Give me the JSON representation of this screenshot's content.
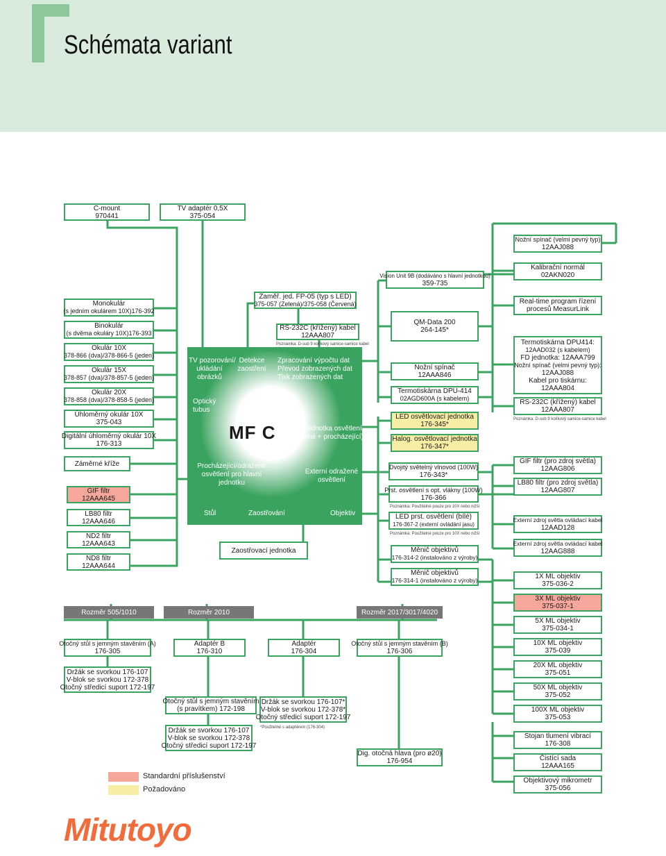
{
  "title": "Schémata variant",
  "left_top": {
    "cmount": {
      "l1": "C-mount",
      "l2": "970441"
    },
    "tvadapter": {
      "l1": "TV adaptér 0,5X",
      "l2": "375-054"
    }
  },
  "left_list": [
    {
      "l1": "Monokulár",
      "l2": "(s jedním okulárem 10X)176-392"
    },
    {
      "l1": "Binokulár",
      "l2": "(s dvěma okuláry 10X)176-393"
    },
    {
      "l1": "Okulár 10X",
      "l2": "378-866 (dva)/378-866-5 (jeden)"
    },
    {
      "l1": "Okulár 15X",
      "l2": "378-857 (dva)/378-857-5 (jeden)"
    },
    {
      "l1": "Okulár 20X",
      "l2": "378-858 (dva)/378-858-5 (jeden)"
    },
    {
      "l1": "Úhloměrný okulár 10X",
      "l2": "375-043"
    },
    {
      "l1": "Digitální úhloměrný okulár 10X",
      "l2": "176-313"
    }
  ],
  "left_filters": {
    "reticle": "Záměrné kříže",
    "gif": {
      "l1": "GIF filtr",
      "l2": "12AAA645"
    },
    "lb80": {
      "l1": "LB80 filtr",
      "l2": "12AAA646"
    },
    "nd2": {
      "l1": "ND2 filtr",
      "l2": "12AAA643"
    },
    "nd8": {
      "l1": "ND8 filtr",
      "l2": "12AAA644"
    }
  },
  "center": {
    "tv": "TV pozorování/\nukládání\nobrázků",
    "detect": "Detekce\nzaostření",
    "optical": "Optický\ntubus",
    "processing": "Zpracování výpočtu dat\nPřevod zobrazených dat\nTisk zobrazených dat",
    "main_light": "Hlavní jednotka osvětlení\n(odražené + procházející)",
    "model": "MF C",
    "transmitted": "Procházející/odražené\nosvětlení pro hlavní\njednotku",
    "external": "Externí odražené\nosvětlení",
    "stage": "Stůl",
    "focus": "Zaostřování",
    "objective": "Objektiv"
  },
  "center_top": {
    "fp05": {
      "l1": "Zaměř. jed. FP-05 (typ s LED)",
      "l2": "375-057 (Zelená)/375-058 (Červená)"
    },
    "rs232": {
      "l1": "RS-232C (křížený) kabel",
      "l2": "12AAA807",
      "note": "Poznámka: D-sub 9 kolíkový samice-samice kabel"
    }
  },
  "focus_unit": "Zaostřovací jednotka",
  "mid_col": {
    "vision": {
      "l1": "Vision Unit 9B (dodáváno s hlavní jednotkou)",
      "l2": "359-735"
    },
    "qm": {
      "l1": "QM-Data 200",
      "l2": "264-145*"
    },
    "foot": {
      "l1": "Nožní spínač",
      "l2": "12AAA846"
    },
    "printer": {
      "l1": "Termotiskárna DPU-414",
      "l2": "02AGD600A (s kabelem)"
    },
    "led": {
      "l1": "LED osvětlovací jednotka",
      "l2": "176-345*"
    },
    "halog": {
      "l1": "Halog. osvětlovací jednotka",
      "l2": "176-347*"
    },
    "dual": {
      "l1": "Dvojitý světelný vlnovod (100W)",
      "l2": "176-343*"
    },
    "ring": {
      "l1": "Prst. osvětlení s opt. vlákny (100W)",
      "l2": "176-366"
    },
    "ring_note": "Poznámka: Použitelné pouze pro 10X nebo nižší",
    "ledring": {
      "l1": "LED prst. osvětlení (bílé)",
      "l2": "176-367-2 (externí ovládání jasu)"
    },
    "ledring_note": "Poznámka: Použitelné pouze pro 10X nebo nižší",
    "changer2": {
      "l1": "Měnič objektivů",
      "l2": "176-314-2 (instalováno z výroby)"
    },
    "changer1": {
      "l1": "Měnič objektivů",
      "l2": "176-314-1 (instalováno z výroby)"
    }
  },
  "right_col": {
    "foot_hard": {
      "l1": "Nožní spínač (velmi pevný typ)",
      "l2": "12AAJ088"
    },
    "calib": {
      "l1": "Kalibrační normál",
      "l2": "02AKN020"
    },
    "realtime": {
      "l1": "Real-time program řízení",
      "l2": "procesů MeasurLink"
    },
    "printer_block": [
      "Termotiskárna DPU414:",
      "12AAD032 (s kabelem)",
      "FD jednotka: 12AAA799",
      "Nožní spínač (velmi pevný typ):",
      "12AAJ088",
      "Kabel pro tiskárnu:",
      "12AAA804"
    ],
    "rs232": {
      "l1": "RS-232C (křížený) kabel",
      "l2": "12AAA807"
    },
    "rs232_note": "Poznámka: D-sub 9 kolíkový samice-samice kabel",
    "gif": {
      "l1": "GIF filtr (pro zdroj světla)",
      "l2": "12AAG806"
    },
    "lb80": {
      "l1": "LB80 filtr (pro zdroj světla)",
      "l2": "12AAG807"
    },
    "ext1": {
      "l1": "Externí zdroj světla ovládací kabel",
      "l2": "12AAD128"
    },
    "ext2": {
      "l1": "Externí zdroj světla ovládací kabel",
      "l2": "12AAG888"
    },
    "obj1": {
      "l1": "1X ML objektiv",
      "l2": "375-036-2"
    },
    "obj3": {
      "l1": "3X ML objektiv",
      "l2": "375-037-1"
    },
    "obj5": {
      "l1": "5X ML objektiv",
      "l2": "375-034-1"
    },
    "obj10": {
      "l1": "10X ML objektiv",
      "l2": "375-039"
    },
    "obj20": {
      "l1": "20X ML objektiv",
      "l2": "375-051"
    },
    "obj50": {
      "l1": "50X ML objektiv",
      "l2": "375-052"
    },
    "obj100": {
      "l1": "100X ML objektiv",
      "l2": "375-053"
    },
    "vib": {
      "l1": "Stojan tlumení vibrací",
      "l2": "176-308"
    },
    "clean": {
      "l1": "Čistící sada",
      "l2": "12AAA165"
    },
    "micro": {
      "l1": "Objektivový mikrometr",
      "l2": "375-056"
    }
  },
  "bottom": {
    "size1": "Rozměr 505/1010",
    "size2": "Rozměr 2010",
    "size3": "Rozměr 2017/3017/4020",
    "stageA": {
      "l1": "Otočný stůl s jemným stavěním (A)",
      "l2": "176-305"
    },
    "holder1": [
      "Držák se svorkou 176-107",
      "V-blok se svorkou 172-378",
      "Otočný středicí suport 172-197"
    ],
    "adapterB": {
      "l1": "Adaptér B",
      "l2": "176-310"
    },
    "adapter": {
      "l1": "Adaptér",
      "l2": "176-304"
    },
    "stageB": {
      "l1": "Otočný stůl s jemným stavěním (B)",
      "l2": "176-306"
    },
    "stageRuler": {
      "l1": "Otočný stůl s jemným stavěním",
      "l2": "(s pravítkem) 172-198"
    },
    "holder2": [
      "Držák se svorkou 176-107*",
      "V-blok se svorkou 172-378*",
      "Otočný středicí suport 172-197"
    ],
    "holder2_note": "*Použitelné s adaptérem (176-304)",
    "holder3": [
      "Držák se svorkou 176-107",
      "V-blok se svorkou 172-378",
      "Otočný středicí suport 172-197"
    ],
    "dighead": {
      "l1": "Dig. otočná hlava (pro ø20)",
      "l2": "176-954"
    }
  },
  "legend": {
    "standard": "Standardní příslušenství",
    "optional": "Požadováno",
    "standard_color": "#f4a79a",
    "optional_color": "#f7eea5"
  },
  "brand": "Mitutoyo",
  "colors": {
    "line": "#3aa35f",
    "header": "#d8ebdc"
  }
}
